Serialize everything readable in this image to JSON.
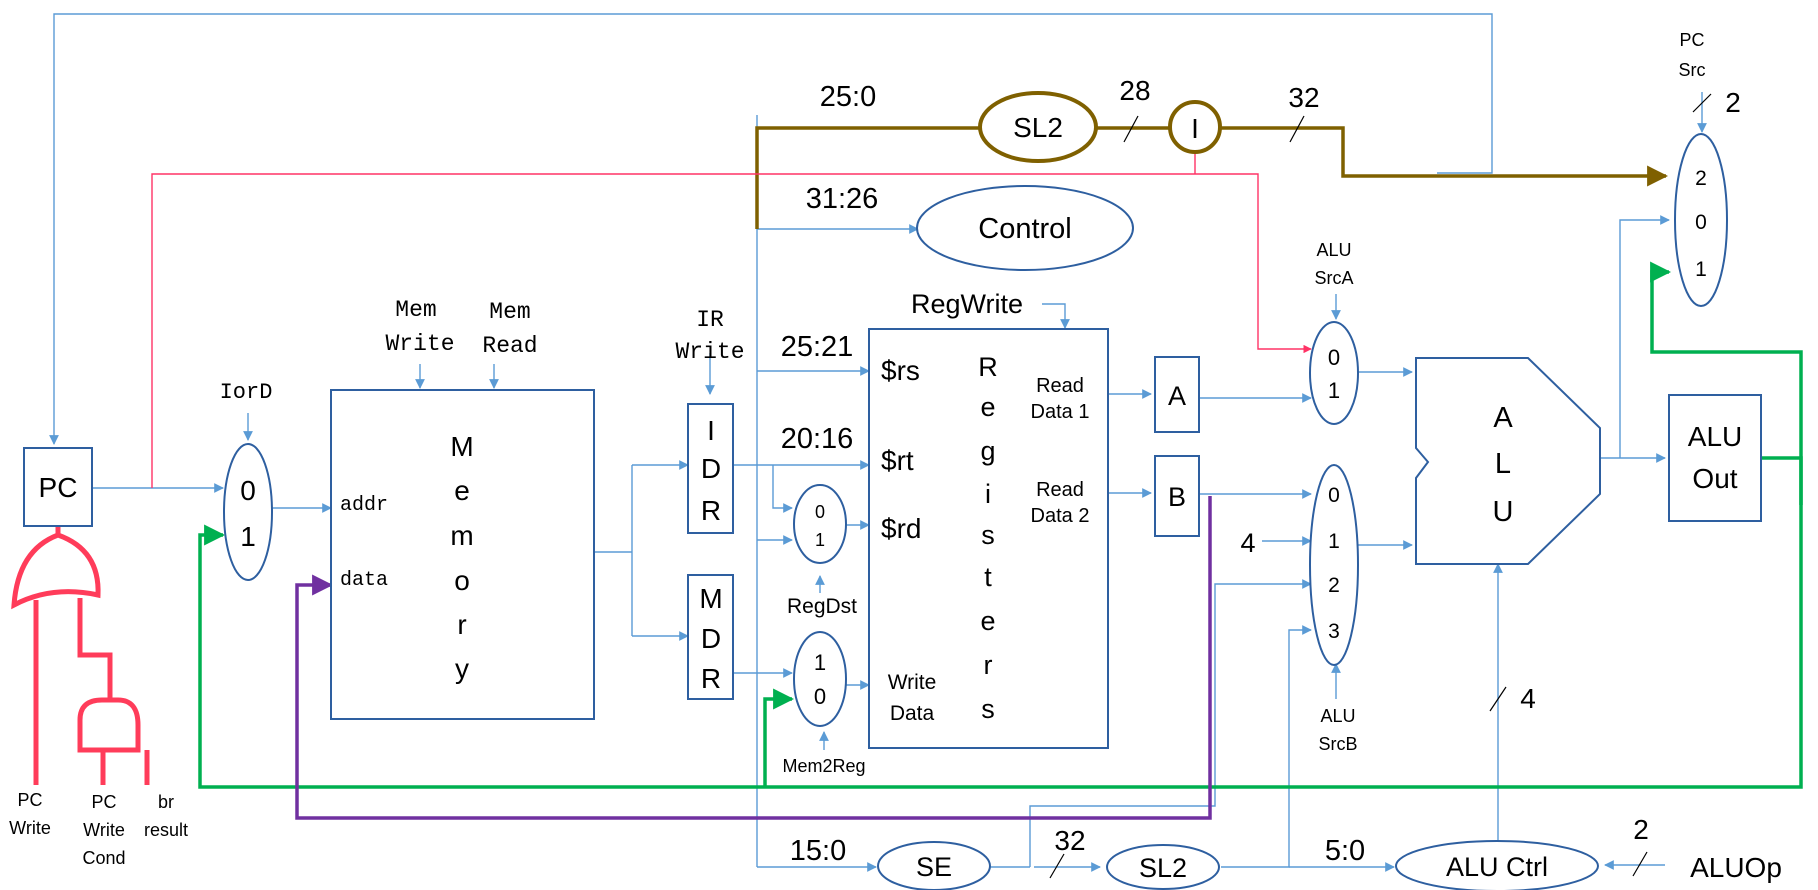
{
  "colors": {
    "wire": "#5b9bd5",
    "box": "#2e5fa0",
    "jump": "#7f6000",
    "branch": "#ff3366",
    "aluout_feedback": "#00b050",
    "mdr_feedback": "#7030a0",
    "gate": "#ff3c5a"
  },
  "blocks": {
    "pc": "PC",
    "memory": [
      "M",
      "e",
      "m",
      "o",
      "r",
      "y"
    ],
    "memory_ports": {
      "addr": "addr",
      "data": "data"
    },
    "ir": [
      "I",
      "D",
      "R"
    ],
    "mdr": [
      "M",
      "D",
      "R"
    ],
    "registers": [
      "R",
      "e",
      "g",
      "i",
      "s",
      "t",
      "e",
      "r",
      "s"
    ],
    "reg_ports": {
      "rs": "$rs",
      "rt": "$rt",
      "rd": "$rd",
      "write_data_1": "Write",
      "write_data_2": "Data"
    },
    "read_data_1": [
      "Read",
      "Data 1"
    ],
    "read_data_2": [
      "Read",
      "Data 2"
    ],
    "reg_a": "A",
    "reg_b": "B",
    "alu": [
      "A",
      "L",
      "U"
    ],
    "alu_out": [
      "ALU",
      "Out"
    ],
    "control": "Control",
    "sl2_top": "SL2",
    "or_node": "I",
    "sign_extend": "SE",
    "sl2_bottom": "SL2",
    "alu_ctrl": "ALU Ctrl"
  },
  "muxes": {
    "iord": [
      "0",
      "1"
    ],
    "regdst": [
      "0",
      "1"
    ],
    "mem2reg": [
      "1",
      "0"
    ],
    "srca": [
      "0",
      "1"
    ],
    "srcb": [
      "0",
      "1",
      "2",
      "3"
    ],
    "pcsrc": [
      "2",
      "0",
      "1"
    ]
  },
  "control_signals": {
    "mem_write": [
      "Mem",
      "Write"
    ],
    "mem_read": [
      "Mem",
      "Read"
    ],
    "iord": "IorD",
    "ir_write": [
      "IR",
      "Write"
    ],
    "reg_write": "RegWrite",
    "reg_dst": "RegDst",
    "mem2reg": "Mem2Reg",
    "alu_srca": [
      "ALU",
      "SrcA"
    ],
    "alu_srcb": [
      "ALU",
      "SrcB"
    ],
    "pc_src": [
      "PC",
      "Src"
    ],
    "aluop": "ALUOp",
    "pc_write": [
      "PC",
      "Write"
    ],
    "pc_write_cond": [
      "PC",
      "Write",
      "Cond"
    ],
    "br_result": [
      "br",
      "result"
    ]
  },
  "bit_labels": {
    "b25_0": "25:0",
    "b31_26": "31:26",
    "b25_21": "25:21",
    "b20_16": "20:16",
    "b15_0": "15:0",
    "b5_0": "5:0",
    "w28": "28",
    "w32_top": "32",
    "w32_bottom": "32",
    "pcsrc_width": "2",
    "aluop_width": "2",
    "aluctrl_width": "4",
    "const_four": "4"
  }
}
